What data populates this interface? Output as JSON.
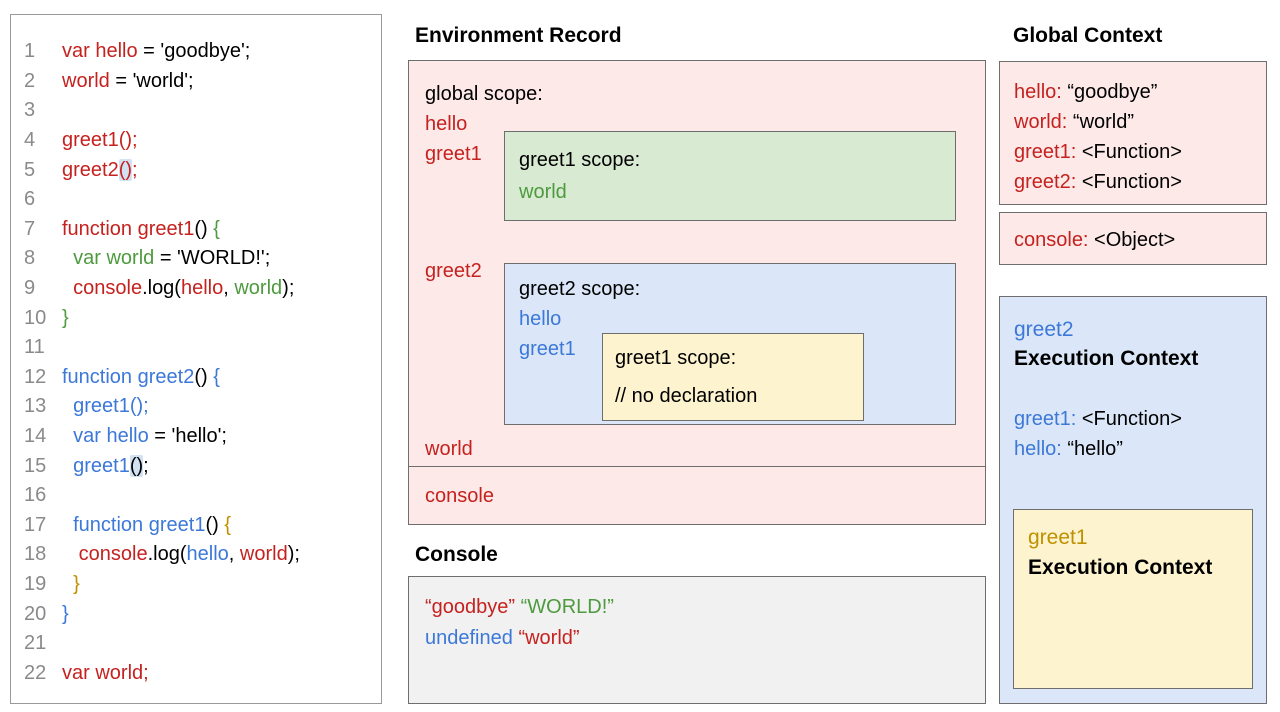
{
  "colors": {
    "red": "#c5221f",
    "green": "#4e9a3e",
    "blue": "#3c78d8",
    "gold": "#bf9000",
    "border": "#6e6e6e",
    "pink_bg": "#fce9e8",
    "green_bg": "#d9ead3",
    "blue_bg": "#dbe7f8",
    "yellow_bg": "#fdf3cf",
    "gray_bg": "#f1f1f1",
    "hl_bg": "#d2e2f3"
  },
  "code_panel": {
    "lines": [
      {
        "n": "1",
        "segs": [
          {
            "t": "var hello",
            "c": "red"
          },
          {
            "t": " = 'goodbye';",
            "c": "k"
          }
        ]
      },
      {
        "n": "2",
        "segs": [
          {
            "t": "world",
            "c": "red"
          },
          {
            "t": " = 'world';",
            "c": "k"
          }
        ]
      },
      {
        "n": "3",
        "segs": []
      },
      {
        "n": "4",
        "segs": [
          {
            "t": "greet1();",
            "c": "red"
          }
        ]
      },
      {
        "n": "5",
        "segs": [
          {
            "t": "greet2",
            "c": "red"
          },
          {
            "t": "()",
            "c": "red",
            "hl": true
          },
          {
            "t": ";",
            "c": "red"
          }
        ]
      },
      {
        "n": "6",
        "segs": []
      },
      {
        "n": "7",
        "segs": [
          {
            "t": "function greet1",
            "c": "red"
          },
          {
            "t": "() ",
            "c": "k"
          },
          {
            "t": "{",
            "c": "green"
          }
        ]
      },
      {
        "n": "8",
        "segs": [
          {
            "t": "  ",
            "c": "k"
          },
          {
            "t": "var world",
            "c": "green"
          },
          {
            "t": " = 'WORLD!';",
            "c": "k"
          }
        ]
      },
      {
        "n": "9",
        "segs": [
          {
            "t": "  ",
            "c": "k"
          },
          {
            "t": "console",
            "c": "red"
          },
          {
            "t": ".log(",
            "c": "k"
          },
          {
            "t": "hello",
            "c": "red"
          },
          {
            "t": ", ",
            "c": "k"
          },
          {
            "t": "world",
            "c": "green"
          },
          {
            "t": ");",
            "c": "k"
          }
        ]
      },
      {
        "n": "10",
        "segs": [
          {
            "t": "}",
            "c": "green"
          }
        ]
      },
      {
        "n": "11",
        "segs": []
      },
      {
        "n": "12",
        "segs": [
          {
            "t": "function greet2",
            "c": "blue"
          },
          {
            "t": "() ",
            "c": "k"
          },
          {
            "t": "{",
            "c": "blue"
          }
        ]
      },
      {
        "n": "13",
        "segs": [
          {
            "t": "  ",
            "c": "k"
          },
          {
            "t": "greet1();",
            "c": "blue"
          }
        ]
      },
      {
        "n": "14",
        "segs": [
          {
            "t": "  ",
            "c": "k"
          },
          {
            "t": "var hello",
            "c": "blue"
          },
          {
            "t": " = 'hello';",
            "c": "k"
          }
        ]
      },
      {
        "n": "15",
        "segs": [
          {
            "t": "  ",
            "c": "k"
          },
          {
            "t": "greet1",
            "c": "blue"
          },
          {
            "t": "()",
            "c": "k",
            "hl": true
          },
          {
            "t": ";",
            "c": "k"
          }
        ]
      },
      {
        "n": "16",
        "segs": []
      },
      {
        "n": "17",
        "segs": [
          {
            "t": "  ",
            "c": "k"
          },
          {
            "t": "function greet1",
            "c": "blue"
          },
          {
            "t": "() ",
            "c": "k"
          },
          {
            "t": "{",
            "c": "gold"
          }
        ]
      },
      {
        "n": "18",
        "segs": [
          {
            "t": "   ",
            "c": "k"
          },
          {
            "t": "console",
            "c": "red"
          },
          {
            "t": ".log(",
            "c": "k"
          },
          {
            "t": "hello",
            "c": "blue"
          },
          {
            "t": ", ",
            "c": "k"
          },
          {
            "t": "world",
            "c": "red"
          },
          {
            "t": ");",
            "c": "k"
          }
        ]
      },
      {
        "n": "19",
        "segs": [
          {
            "t": "  ",
            "c": "k"
          },
          {
            "t": "}",
            "c": "gold"
          }
        ]
      },
      {
        "n": "20",
        "segs": [
          {
            "t": "}",
            "c": "blue"
          }
        ]
      },
      {
        "n": "21",
        "segs": []
      },
      {
        "n": "22",
        "segs": [
          {
            "t": "var world;",
            "c": "red"
          }
        ]
      }
    ]
  },
  "environment_record": {
    "title": "Environment Record",
    "global_scope": {
      "label": "global scope:",
      "var_hello": "hello",
      "var_greet1": "greet1",
      "var_greet2": "greet2",
      "var_world": "world"
    },
    "greet1_scope": {
      "label": "greet1 scope:",
      "var_world": "world"
    },
    "greet2_scope": {
      "label": "greet2 scope:",
      "var_hello": "hello",
      "var_greet1": "greet1"
    },
    "inner_greet1_scope": {
      "label": "greet1 scope:",
      "comment": "// no declaration"
    },
    "console_label": "console"
  },
  "console_panel": {
    "title": "Console",
    "line1": [
      {
        "t": "“goodbye”"
      },
      {
        "t": " "
      },
      {
        "t": "“WORLD!”"
      }
    ],
    "line2": [
      {
        "t": "undefined"
      },
      {
        "t": " "
      },
      {
        "t": "“world”"
      }
    ]
  },
  "global_context": {
    "title": "Global Context",
    "entries": [
      {
        "key": "hello:",
        "value": " “goodbye”"
      },
      {
        "key": "world:",
        "value": " “world”"
      },
      {
        "key": "greet1:",
        "value": " <Function>"
      },
      {
        "key": "greet2:",
        "value": " <Function>"
      }
    ],
    "console_entry": {
      "key": "console:",
      "value": " <Object>"
    }
  },
  "greet2_context": {
    "name": "greet2",
    "label": "Execution Context",
    "entries": [
      {
        "key": "greet1:",
        "value": " <Function>"
      },
      {
        "key": "hello:",
        "value": " “hello”"
      }
    ],
    "greet1_context": {
      "name": "greet1",
      "label": "Execution Context"
    }
  }
}
